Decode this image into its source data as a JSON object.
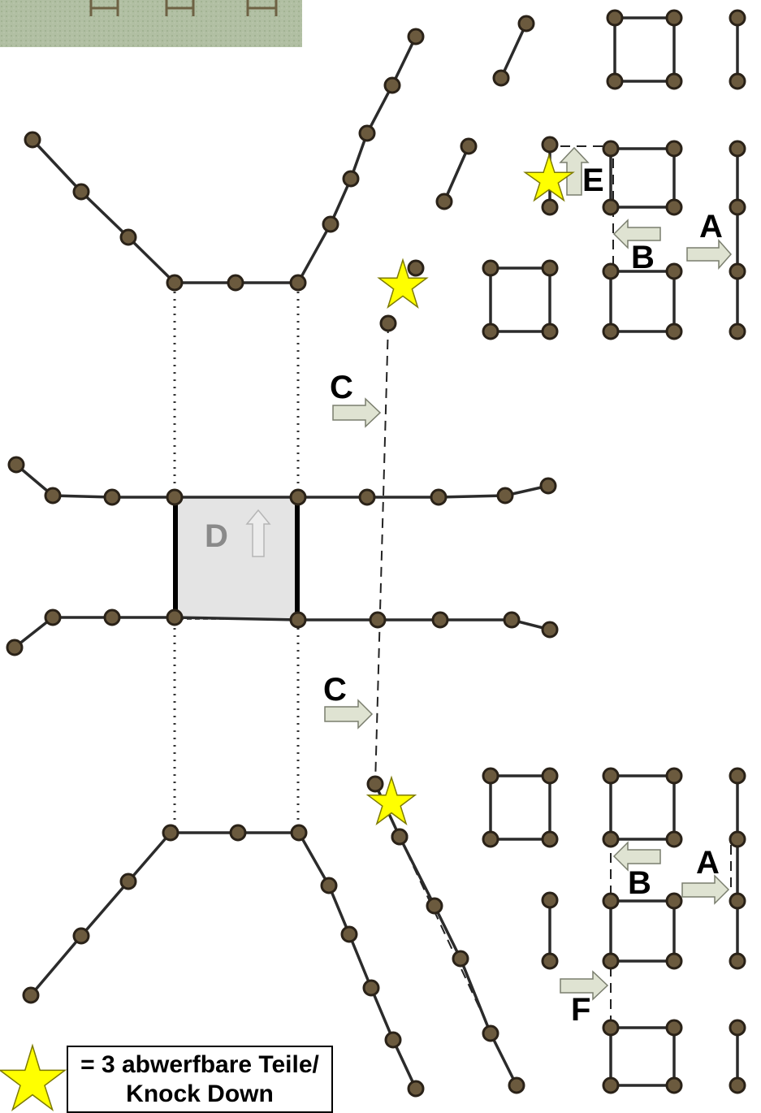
{
  "colors": {
    "node_fill": "#6b5a3e",
    "node_stroke": "#2a2218",
    "line": "#2b2b2b",
    "star": "#ffff00",
    "arrow_fill": "#dfe3d2",
    "arrow_stroke": "#7a7e6e",
    "grass": "#a8b898",
    "panel_fill": "#e4e4e4",
    "label": "#000000",
    "label_dim": "#8a8a8a"
  },
  "labels": {
    "a_top": "A",
    "b_top": "B",
    "e_top": "E",
    "c_upper": "C",
    "c_lower": "C",
    "d_center": "D",
    "a_bottom": "A",
    "b_bottom": "B",
    "f_bottom": "F"
  },
  "legend": {
    "line1": "= 3 abwerfbare Teile/",
    "line2": "Knock Down"
  },
  "icons": {
    "star": "star-icon",
    "arrow": "arrow-icon"
  }
}
